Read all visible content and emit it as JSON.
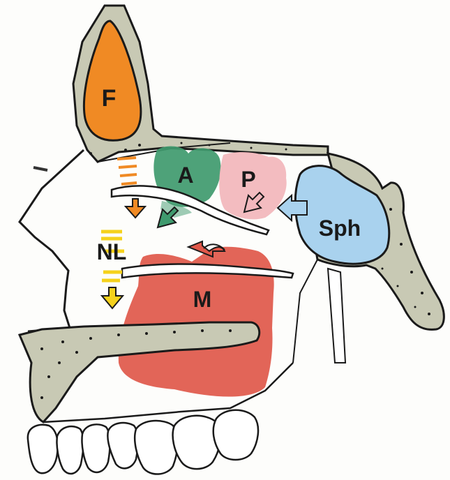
{
  "labels": {
    "frontal": "F",
    "anterior_ethmoid": "A",
    "posterior_ethmoid": "P",
    "sphenoid": "Sph",
    "nasolacrimal": "NL",
    "maxillary": "M"
  },
  "colors": {
    "frontal": "#f08a24",
    "anterior_ethmoid": "#3f9a6e",
    "posterior_ethmoid": "#f2b8bd",
    "sphenoid": "#a9d2ee",
    "nasolacrimal": "#f5d21c",
    "maxillary": "#e0584a",
    "bone": "#c8c9b4",
    "outline": "#1a1a1a"
  }
}
